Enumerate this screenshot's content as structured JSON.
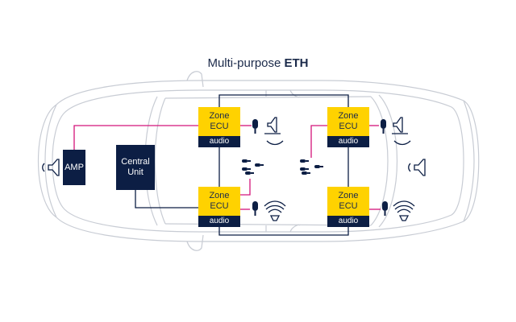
{
  "title": {
    "prefix": "Multi-purpose ",
    "bold": "ETH"
  },
  "amp": {
    "label": "AMP"
  },
  "central_unit": {
    "line1": "Central",
    "line2": "Unit"
  },
  "zones": [
    {
      "id": "front-left",
      "line1": "Zone",
      "line2": "ECU",
      "sub": "audio"
    },
    {
      "id": "rear-left",
      "line1": "Zone",
      "line2": "ECU",
      "sub": "audio"
    },
    {
      "id": "front-right",
      "line1": "Zone",
      "line2": "ECU",
      "sub": "audio"
    },
    {
      "id": "rear-right",
      "line1": "Zone",
      "line2": "ECU",
      "sub": "audio"
    }
  ],
  "colors": {
    "car_outline": "#c8ccd4",
    "eth_line": "#0c1e44",
    "audio_line": "#d4147a",
    "zone_yellow": "#ffd200",
    "navy": "#0c1e44"
  },
  "icons": [
    "speaker-icon",
    "microphone-icon",
    "sound-wave-icon",
    "microphone-array-icon"
  ]
}
